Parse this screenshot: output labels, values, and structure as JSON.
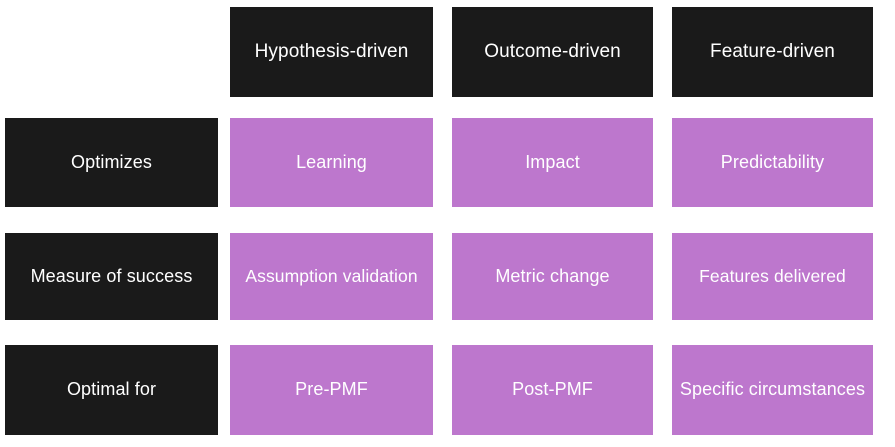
{
  "matrix": {
    "corner": "",
    "column_headers": [
      "Hypothesis-driven",
      "Outcome-driven",
      "Feature-driven"
    ],
    "rows": [
      {
        "label": "Optimizes",
        "cells": [
          "Learning",
          "Impact",
          "Predictability"
        ]
      },
      {
        "label": "Measure of success",
        "cells": [
          "Assumption validation",
          "Metric change",
          "Features delivered"
        ]
      },
      {
        "label": "Optimal for",
        "cells": [
          "Pre-PMF",
          "Post-PMF",
          "Specific circumstances"
        ]
      }
    ]
  },
  "colors": {
    "dark": "#1a1a1a",
    "accent": "#bd77cd",
    "background": "#ffffff",
    "text_on_fill": "#ffffff"
  }
}
